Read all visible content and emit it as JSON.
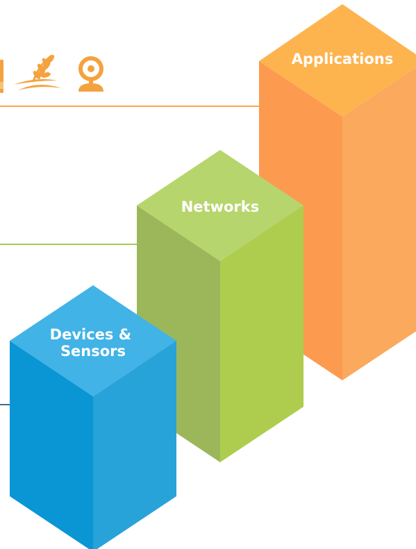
{
  "colors": {
    "applications": "#fba24f",
    "networks": "#a3c653",
    "devices": "#1f9fd8",
    "connector_orange": "#f7a84a",
    "connector_green": "#a7c753",
    "connector_blue": "#3d6f86"
  },
  "icons": {
    "applications": [
      "partial-icon",
      "wheat-field-icon",
      "webcam-icon"
    ]
  },
  "blocks": {
    "applications": {
      "label": "Applications"
    },
    "networks": {
      "label": "Networks"
    },
    "devices": {
      "label_line1": "Devices &",
      "label_line2": "Sensors"
    }
  }
}
